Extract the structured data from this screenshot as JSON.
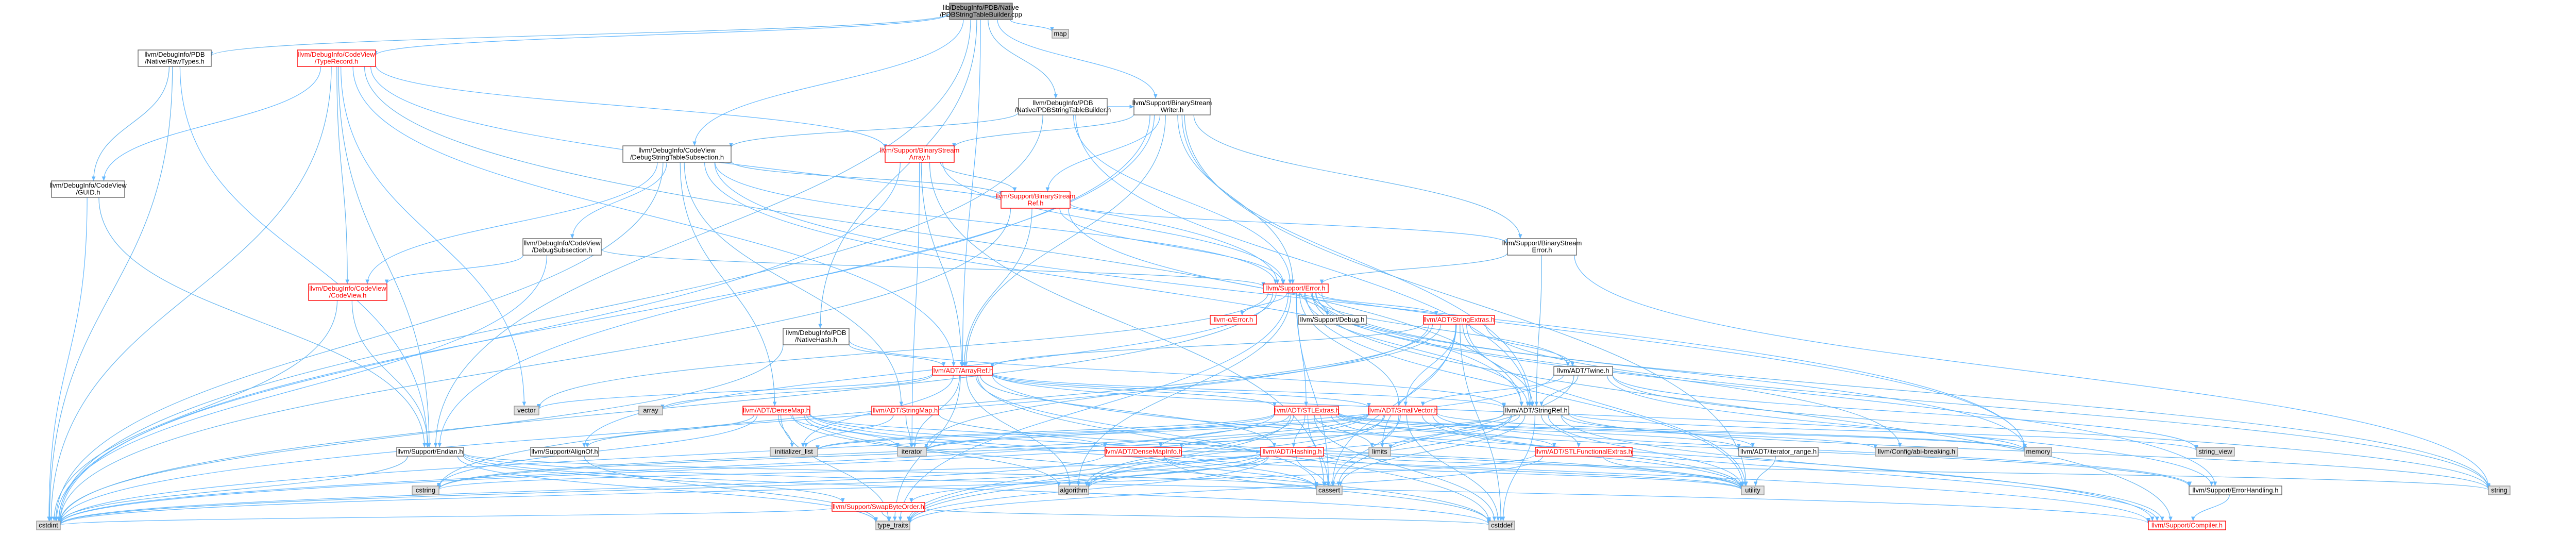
{
  "colors": {
    "edge": "#63b8ff",
    "edge_alt": "#64b5f0",
    "root_fill": "#a0a0a0",
    "root_border": "#666666",
    "normal_border": "#666666",
    "red_border": "#ff0000",
    "sys_fill": "#e0e0e0",
    "sys_border": "#999999",
    "text_red": "#ff0000",
    "text": "#000000"
  },
  "nodes": [
    {
      "id": "root",
      "lines": [
        "lib/DebugInfo/PDB/Native",
        "/PDBStringTableBuilder.cpp"
      ],
      "style": "root"
    },
    {
      "id": "map",
      "lines": [
        "map"
      ],
      "style": "sys"
    },
    {
      "id": "rawtypes",
      "lines": [
        "llvm/DebugInfo/PDB",
        "/Native/RawTypes.h"
      ],
      "style": "normal"
    },
    {
      "id": "typerecord",
      "lines": [
        "llvm/DebugInfo/CodeView",
        "/TypeRecord.h"
      ],
      "style": "red"
    },
    {
      "id": "guid",
      "lines": [
        "llvm/DebugInfo/CodeView",
        "/GUID.h"
      ],
      "style": "normal"
    },
    {
      "id": "pdbstb",
      "lines": [
        "llvm/DebugInfo/PDB",
        "/Native/PDBStringTableBuilder.h"
      ],
      "style": "normal"
    },
    {
      "id": "bsw",
      "lines": [
        "llvm/Support/BinaryStream",
        "Writer.h"
      ],
      "style": "normal"
    },
    {
      "id": "dsts",
      "lines": [
        "llvm/DebugInfo/CodeView",
        "/DebugStringTableSubsection.h"
      ],
      "style": "normal"
    },
    {
      "id": "bsa",
      "lines": [
        "llvm/Support/BinaryStream",
        "Array.h"
      ],
      "style": "red"
    },
    {
      "id": "bsr",
      "lines": [
        "llvm/Support/BinaryStream",
        "Ref.h"
      ],
      "style": "red"
    },
    {
      "id": "bse",
      "lines": [
        "llvm/Support/BinaryStream",
        "Error.h"
      ],
      "style": "normal"
    },
    {
      "id": "debugsub",
      "lines": [
        "llvm/DebugInfo/CodeView",
        "/DebugSubsection.h"
      ],
      "style": "normal"
    },
    {
      "id": "codeview",
      "lines": [
        "llvm/DebugInfo/CodeView",
        "/CodeView.h"
      ],
      "style": "red"
    },
    {
      "id": "error",
      "lines": [
        "llvm/Support/Error.h"
      ],
      "style": "red"
    },
    {
      "id": "cerror",
      "lines": [
        "llvm-c/Error.h"
      ],
      "style": "red"
    },
    {
      "id": "sdebug",
      "lines": [
        "llvm/Support/Debug.h"
      ],
      "style": "normal"
    },
    {
      "id": "strext",
      "lines": [
        "llvm/ADT/StringExtras.h"
      ],
      "style": "red"
    },
    {
      "id": "nhash",
      "lines": [
        "llvm/DebugInfo/PDB",
        "/NativeHash.h"
      ],
      "style": "normal"
    },
    {
      "id": "arrayref",
      "lines": [
        "llvm/ADT/ArrayRef.h"
      ],
      "style": "red"
    },
    {
      "id": "twine",
      "lines": [
        "llvm/ADT/Twine.h"
      ],
      "style": "normal"
    },
    {
      "id": "stringref",
      "lines": [
        "llvm/ADT/StringRef.h"
      ],
      "style": "normal"
    },
    {
      "id": "vector",
      "lines": [
        "vector"
      ],
      "style": "sys"
    },
    {
      "id": "array",
      "lines": [
        "array"
      ],
      "style": "sys"
    },
    {
      "id": "densemap",
      "lines": [
        "llvm/ADT/DenseMap.h"
      ],
      "style": "red"
    },
    {
      "id": "stringmap",
      "lines": [
        "llvm/ADT/StringMap.h"
      ],
      "style": "red"
    },
    {
      "id": "stlextras",
      "lines": [
        "llvm/ADT/STLExtras.h"
      ],
      "style": "red"
    },
    {
      "id": "smallvec",
      "lines": [
        "llvm/ADT/SmallVector.h"
      ],
      "style": "red"
    },
    {
      "id": "endian",
      "lines": [
        "llvm/Support/Endian.h"
      ],
      "style": "normal"
    },
    {
      "id": "alignof",
      "lines": [
        "llvm/Support/AlignOf.h"
      ],
      "style": "normal"
    },
    {
      "id": "initlist",
      "lines": [
        "initializer_list"
      ],
      "style": "sys"
    },
    {
      "id": "iterator",
      "lines": [
        "iterator"
      ],
      "style": "sys"
    },
    {
      "id": "limits",
      "lines": [
        "limits"
      ],
      "style": "sys"
    },
    {
      "id": "dmi",
      "lines": [
        "llvm/ADT/DenseMapInfo.h"
      ],
      "style": "red"
    },
    {
      "id": "hashing",
      "lines": [
        "llvm/ADT/Hashing.h"
      ],
      "style": "red"
    },
    {
      "id": "stlfunc",
      "lines": [
        "llvm/ADT/STLFunctionalExtras.h"
      ],
      "style": "red"
    },
    {
      "id": "iterrange",
      "lines": [
        "llvm/ADT/iterator_range.h"
      ],
      "style": "normal"
    },
    {
      "id": "abibreak",
      "lines": [
        "llvm/Config/abi-breaking.h"
      ],
      "style": "sys"
    },
    {
      "id": "memory",
      "lines": [
        "memory"
      ],
      "style": "sys"
    },
    {
      "id": "stringview",
      "lines": [
        "string_view"
      ],
      "style": "sys"
    },
    {
      "id": "cstring",
      "lines": [
        "cstring"
      ],
      "style": "sys"
    },
    {
      "id": "algorithm",
      "lines": [
        "algorithm"
      ],
      "style": "sys"
    },
    {
      "id": "cassert",
      "lines": [
        "cassert"
      ],
      "style": "sys"
    },
    {
      "id": "utility",
      "lines": [
        "utility"
      ],
      "style": "sys"
    },
    {
      "id": "seh",
      "lines": [
        "llvm/Support/ErrorHandling.h"
      ],
      "style": "normal"
    },
    {
      "id": "string",
      "lines": [
        "string"
      ],
      "style": "sys"
    },
    {
      "id": "swapbyte",
      "lines": [
        "llvm/Support/SwapByteOrder.h"
      ],
      "style": "red"
    },
    {
      "id": "cstdint",
      "lines": [
        "cstdint"
      ],
      "style": "sys"
    },
    {
      "id": "typetraits",
      "lines": [
        "type_traits"
      ],
      "style": "sys"
    },
    {
      "id": "cstddef",
      "lines": [
        "cstddef"
      ],
      "style": "sys"
    },
    {
      "id": "compiler",
      "lines": [
        "llvm/Support/Compiler.h"
      ],
      "style": "red"
    }
  ],
  "edges": [
    [
      "root",
      "map"
    ],
    [
      "root",
      "rawtypes"
    ],
    [
      "root",
      "typerecord"
    ],
    [
      "root",
      "pdbstb"
    ],
    [
      "root",
      "bsw"
    ],
    [
      "root",
      "nhash"
    ],
    [
      "root",
      "arrayref"
    ],
    [
      "root",
      "endian"
    ],
    [
      "root",
      "dsts"
    ],
    [
      "rawtypes",
      "guid"
    ],
    [
      "rawtypes",
      "endian"
    ],
    [
      "rawtypes",
      "cstdint"
    ],
    [
      "typerecord",
      "guid"
    ],
    [
      "typerecord",
      "codeview"
    ],
    [
      "typerecord",
      "arrayref"
    ],
    [
      "typerecord",
      "stringref"
    ],
    [
      "typerecord",
      "bsa"
    ],
    [
      "typerecord",
      "endian"
    ],
    [
      "typerecord",
      "error"
    ],
    [
      "typerecord",
      "cstdint"
    ],
    [
      "typerecord",
      "vector"
    ],
    [
      "typerecord",
      "optional_unused"
    ],
    [
      "guid",
      "cstdint"
    ],
    [
      "guid",
      "endian"
    ],
    [
      "pdbstb",
      "error"
    ],
    [
      "pdbstb",
      "dsts"
    ],
    [
      "pdbstb",
      "stringref"
    ],
    [
      "pdbstb",
      "cstdint"
    ],
    [
      "pdbstb",
      "bsw"
    ],
    [
      "bsw",
      "arrayref"
    ],
    [
      "bsw",
      "stringref"
    ],
    [
      "bsw",
      "bsa"
    ],
    [
      "bsw",
      "bsr"
    ],
    [
      "bsw",
      "bse"
    ],
    [
      "bsw",
      "endian"
    ],
    [
      "bsw",
      "error"
    ],
    [
      "bsw",
      "cstdint"
    ],
    [
      "bsw",
      "utility"
    ],
    [
      "dsts",
      "debugsub"
    ],
    [
      "dsts",
      "bsr"
    ],
    [
      "dsts",
      "error"
    ],
    [
      "dsts",
      "stringmap"
    ],
    [
      "dsts",
      "stringref"
    ],
    [
      "dsts",
      "densemap"
    ],
    [
      "dsts",
      "codeview"
    ],
    [
      "dsts",
      "cstdint"
    ],
    [
      "dsts",
      "memory"
    ],
    [
      "bsa",
      "arrayref"
    ],
    [
      "bsa",
      "iterator"
    ],
    [
      "bsa",
      "bsr"
    ],
    [
      "bsa",
      "error"
    ],
    [
      "bsa",
      "cassert"
    ],
    [
      "bsa",
      "cstdint"
    ],
    [
      "bsr",
      "arrayref"
    ],
    [
      "bsr",
      "error"
    ],
    [
      "bsr",
      "cstdint"
    ],
    [
      "bsr",
      "memory"
    ],
    [
      "bsr",
      "optional_unused"
    ],
    [
      "bsr",
      "bse"
    ],
    [
      "bse",
      "error"
    ],
    [
      "bse",
      "string"
    ],
    [
      "bse",
      "stringref"
    ],
    [
      "debugsub",
      "codeview"
    ],
    [
      "debugsub",
      "error"
    ],
    [
      "debugsub",
      "cstdint"
    ],
    [
      "codeview",
      "cstdint"
    ],
    [
      "codeview",
      "type_traits_unused"
    ],
    [
      "codeview",
      "endian"
    ],
    [
      "error",
      "cerror"
    ],
    [
      "error",
      "sdebug"
    ],
    [
      "error",
      "strext"
    ],
    [
      "error",
      "twine"
    ],
    [
      "error",
      "stringref"
    ],
    [
      "error",
      "abibreak"
    ],
    [
      "error",
      "alignof"
    ],
    [
      "error",
      "compiler"
    ],
    [
      "error",
      "seh"
    ],
    [
      "error",
      "algorithm"
    ],
    [
      "error",
      "cassert"
    ],
    [
      "error",
      "cstdint"
    ],
    [
      "error",
      "memory"
    ],
    [
      "error",
      "string"
    ],
    [
      "error",
      "utility"
    ],
    [
      "error",
      "vector"
    ],
    [
      "error",
      "typetraits"
    ],
    [
      "error",
      "smallvec"
    ],
    [
      "error",
      "stlextras"
    ],
    [
      "strext",
      "arrayref"
    ],
    [
      "strext",
      "smallvec"
    ],
    [
      "strext",
      "stringref"
    ],
    [
      "strext",
      "twine"
    ],
    [
      "strext",
      "iterator"
    ],
    [
      "strext",
      "cassert"
    ],
    [
      "strext",
      "cstddef"
    ],
    [
      "strext",
      "cstdint"
    ],
    [
      "strext",
      "cstring"
    ],
    [
      "strext",
      "limits"
    ],
    [
      "strext",
      "string"
    ],
    [
      "strext",
      "utility"
    ],
    [
      "nhash",
      "arrayref"
    ],
    [
      "nhash",
      "stringref"
    ],
    [
      "nhash",
      "cstdint"
    ],
    [
      "arrayref",
      "stringref"
    ],
    [
      "arrayref",
      "array"
    ],
    [
      "arrayref",
      "vector"
    ],
    [
      "arrayref",
      "hashing"
    ],
    [
      "arrayref",
      "smallvec"
    ],
    [
      "arrayref",
      "stlextras"
    ],
    [
      "arrayref",
      "compiler"
    ],
    [
      "arrayref",
      "algorithm"
    ],
    [
      "arrayref",
      "cassert"
    ],
    [
      "arrayref",
      "cstddef"
    ],
    [
      "arrayref",
      "initlist"
    ],
    [
      "arrayref",
      "iterator"
    ],
    [
      "arrayref",
      "memory"
    ],
    [
      "arrayref",
      "typetraits"
    ],
    [
      "twine",
      "smallvec"
    ],
    [
      "twine",
      "stringref"
    ],
    [
      "twine",
      "seh"
    ],
    [
      "twine",
      "cassert"
    ],
    [
      "twine",
      "cstdint"
    ],
    [
      "twine",
      "string"
    ],
    [
      "twine",
      "stringview"
    ],
    [
      "stringref",
      "dmi"
    ],
    [
      "stringref",
      "iterrange"
    ],
    [
      "stringref",
      "compiler"
    ],
    [
      "stringref",
      "algorithm"
    ],
    [
      "stringref",
      "cassert"
    ],
    [
      "stringref",
      "cstddef"
    ],
    [
      "stringref",
      "cstring"
    ],
    [
      "stringref",
      "limits"
    ],
    [
      "stringref",
      "string"
    ],
    [
      "stringref",
      "stringview"
    ],
    [
      "stringref",
      "typetraits"
    ],
    [
      "stringref",
      "utility"
    ],
    [
      "stringref",
      "stlfunc"
    ],
    [
      "densemap",
      "dmi"
    ],
    [
      "densemap",
      "alignof"
    ],
    [
      "densemap",
      "compiler"
    ],
    [
      "densemap",
      "algorithm"
    ],
    [
      "densemap",
      "cassert"
    ],
    [
      "densemap",
      "cstddef"
    ],
    [
      "densemap",
      "cstring"
    ],
    [
      "densemap",
      "initlist"
    ],
    [
      "densemap",
      "iterator"
    ],
    [
      "densemap",
      "typetraits"
    ],
    [
      "densemap",
      "utility"
    ],
    [
      "stringmap",
      "iterator"
    ],
    [
      "stringmap",
      "initlist"
    ],
    [
      "stringmap",
      "utility"
    ],
    [
      "stlextras",
      "stlfunc"
    ],
    [
      "stlextras",
      "iterrange"
    ],
    [
      "stlextras",
      "abibreak"
    ],
    [
      "stlextras",
      "seh"
    ],
    [
      "stlextras",
      "hashing"
    ],
    [
      "stlextras",
      "algorithm"
    ],
    [
      "stlextras",
      "cassert"
    ],
    [
      "stlextras",
      "cstddef"
    ],
    [
      "stlextras",
      "cstdint"
    ],
    [
      "stlextras",
      "initlist"
    ],
    [
      "stlextras",
      "iterator"
    ],
    [
      "stlextras",
      "limits"
    ],
    [
      "stlextras",
      "memory"
    ],
    [
      "stlextras",
      "typetraits"
    ],
    [
      "stlextras",
      "utility"
    ],
    [
      "stlextras",
      "dmi"
    ],
    [
      "smallvec",
      "compiler"
    ],
    [
      "smallvec",
      "algorithm"
    ],
    [
      "smallvec",
      "cassert"
    ],
    [
      "smallvec",
      "cstddef"
    ],
    [
      "smallvec",
      "cstdint"
    ],
    [
      "smallvec",
      "cstring"
    ],
    [
      "smallvec",
      "initlist"
    ],
    [
      "smallvec",
      "iterator"
    ],
    [
      "smallvec",
      "limits"
    ],
    [
      "smallvec",
      "memory"
    ],
    [
      "smallvec",
      "typetraits"
    ],
    [
      "smallvec",
      "utility"
    ],
    [
      "smallvec",
      "seh"
    ],
    [
      "endian",
      "swapbyte"
    ],
    [
      "endian",
      "compiler"
    ],
    [
      "endian",
      "cassert"
    ],
    [
      "endian",
      "cstddef"
    ],
    [
      "endian",
      "cstdint"
    ],
    [
      "endian",
      "typetraits"
    ],
    [
      "alignof",
      "typetraits"
    ],
    [
      "dmi",
      "cassert"
    ],
    [
      "dmi",
      "cstddef"
    ],
    [
      "dmi",
      "cstdint"
    ],
    [
      "dmi",
      "tuple_unused"
    ],
    [
      "dmi",
      "utility"
    ],
    [
      "dmi",
      "hashing"
    ],
    [
      "hashing",
      "swapbyte"
    ],
    [
      "hashing",
      "algorithm"
    ],
    [
      "hashing",
      "cassert"
    ],
    [
      "hashing",
      "cstdint"
    ],
    [
      "hashing",
      "cstring"
    ],
    [
      "hashing",
      "string"
    ],
    [
      "hashing",
      "typetraits"
    ],
    [
      "hashing",
      "utility"
    ],
    [
      "stlfunc",
      "typetraits"
    ],
    [
      "stlfunc",
      "utility"
    ],
    [
      "stlfunc",
      "cstdint"
    ],
    [
      "iterrange",
      "utility"
    ],
    [
      "seh",
      "compiler"
    ],
    [
      "swapbyte",
      "cstddef"
    ],
    [
      "swapbyte",
      "cstdint"
    ],
    [
      "swapbyte",
      "typetraits"
    ]
  ]
}
